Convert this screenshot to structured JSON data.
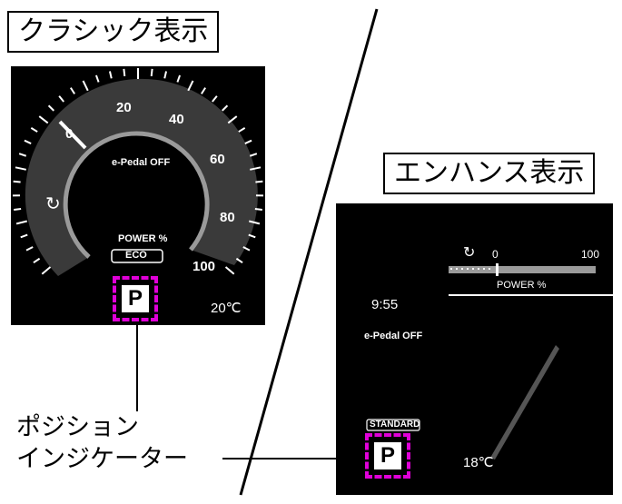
{
  "classic": {
    "title": "クラシック表示",
    "ticks": [
      "0",
      "20",
      "40",
      "60",
      "80",
      "100"
    ],
    "epedal": "e-Pedal OFF",
    "power_label": "POWER %",
    "eco": "ECO",
    "temperature": "20℃",
    "gear": "P"
  },
  "enhance": {
    "title": "エンハンス表示",
    "scale_min": "0",
    "scale_max": "100",
    "power_label": "POWER %",
    "time": "9:55",
    "epedal": "e-Pedal OFF",
    "mode": "STANDARD",
    "temperature": "18℃",
    "gear": "P"
  },
  "callout": {
    "line1": "ポジション",
    "line2": "インジケーター"
  },
  "colors": {
    "highlight": "#e000d8",
    "gauge_band": "#3a3a3a",
    "gauge_track": "#9a9a9a"
  }
}
